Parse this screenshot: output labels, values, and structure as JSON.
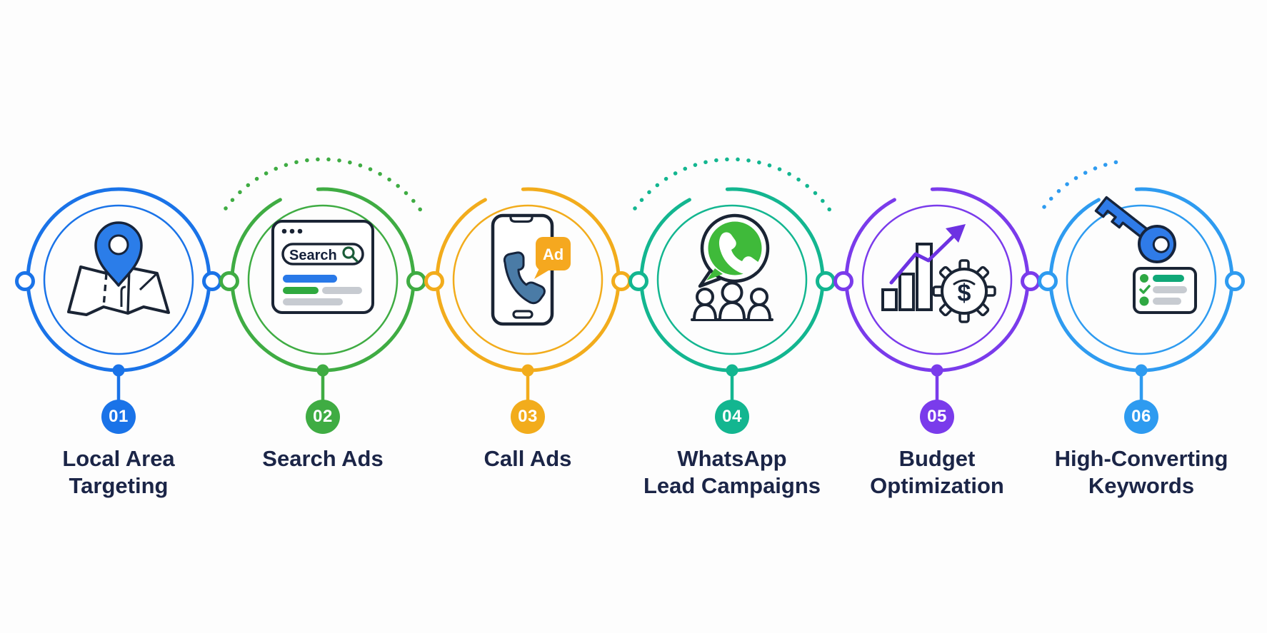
{
  "canvas": {
    "background": "#fdfdfd",
    "label_color": "#1B2547"
  },
  "steps": [
    {
      "number": "01",
      "label_line1": "Local Area",
      "label_line2": "Targeting",
      "color": "#1A73E8",
      "icon": "map-pin"
    },
    {
      "number": "02",
      "label_line1": "Search Ads",
      "label_line2": "",
      "color": "#3FAC43",
      "icon": "search-window",
      "icon_text": "Search"
    },
    {
      "number": "03",
      "label_line1": "Call Ads",
      "label_line2": "",
      "color": "#F2AC1C",
      "icon": "phone-call-ad",
      "badge_text": "Ad"
    },
    {
      "number": "04",
      "label_line1": "WhatsApp",
      "label_line2": "Lead Campaigns",
      "color": "#13B690",
      "icon": "whatsapp-leads"
    },
    {
      "number": "05",
      "label_line1": "Budget",
      "label_line2": "Optimization",
      "color": "#7A3BEB",
      "icon": "chart-gear",
      "symbol": "$"
    },
    {
      "number": "06",
      "label_line1": "High-Converting",
      "label_line2": "Keywords",
      "color": "#2E9BF0",
      "icon": "key-checklist"
    }
  ]
}
